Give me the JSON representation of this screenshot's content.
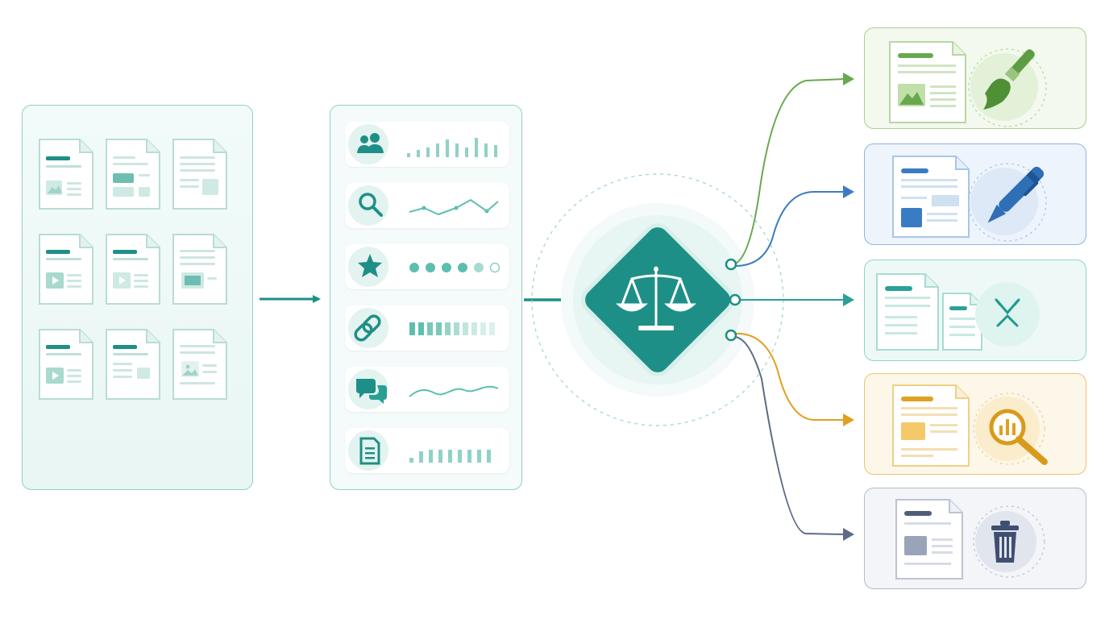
{
  "colors": {
    "teal": "#1e8f86",
    "teal_light": "#7fcfc3",
    "green": "#6aa84f",
    "blue": "#3a7cc4",
    "cyan": "#2aa198",
    "orange": "#e0a020",
    "slate": "#5d6b86"
  },
  "diagram": {
    "stages": [
      "documents-panel",
      "signals-panel",
      "judge-node",
      "outcomes"
    ],
    "signal_icons": [
      "users-icon",
      "search-icon",
      "star-icon",
      "link-icon",
      "chat-icon",
      "document-icon"
    ],
    "outcome_icons": [
      "paintbrush-icon",
      "pen-icon",
      "merge-arrows-icon",
      "magnifier-chart-icon",
      "trash-icon"
    ],
    "judge_icon": "scale-icon",
    "rating_dots": {
      "filled": 5,
      "total": 6
    }
  }
}
